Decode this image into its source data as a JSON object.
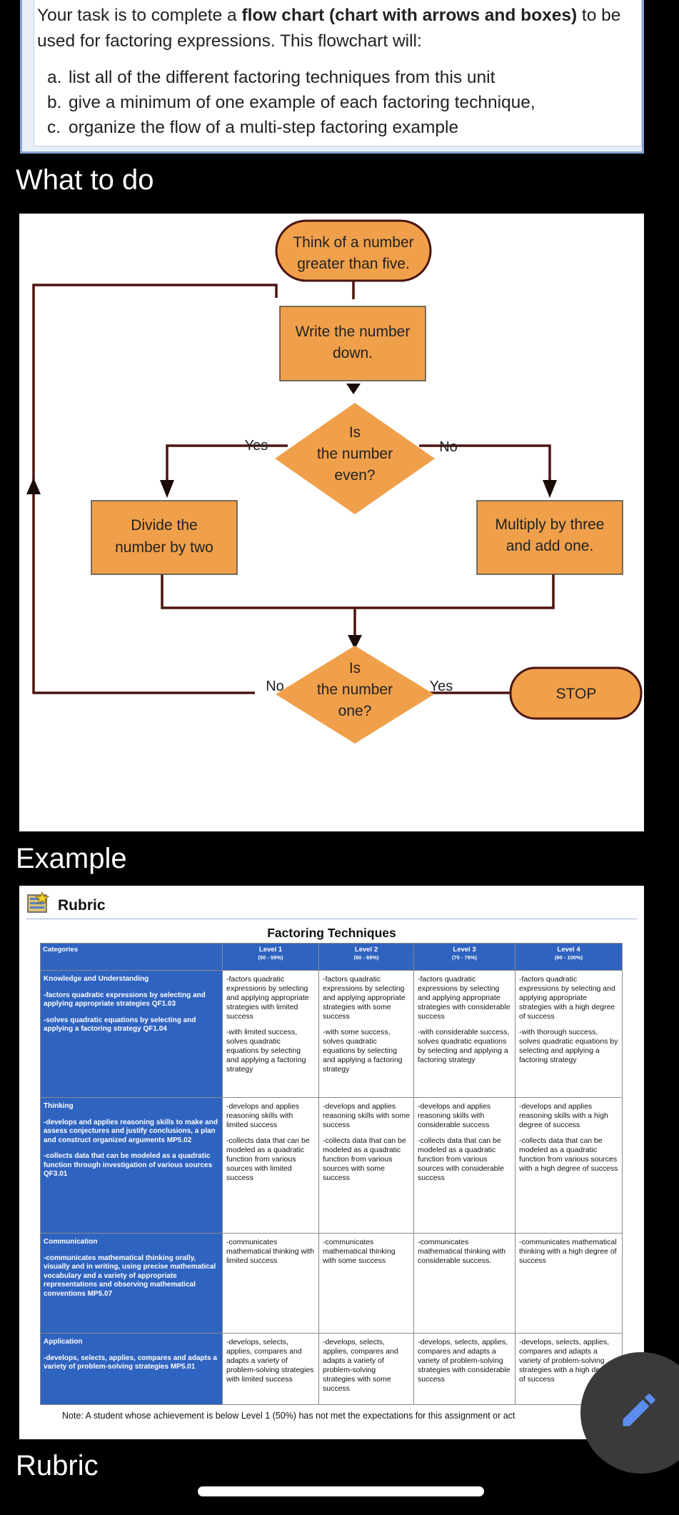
{
  "task": {
    "intro_pre": "Your task is to complete a ",
    "intro_bold": "flow chart (chart with arrows and boxes)",
    "intro_post": " to be used for factoring expressions. This flowchart will:",
    "items": [
      {
        "letter": "a.",
        "text": "list all of the different factoring techniques from this unit"
      },
      {
        "letter": "b.",
        "text": "give a minimum of one example of each factoring technique,"
      },
      {
        "letter": "c.",
        "text": "organize the flow of a multi-step factoring example"
      }
    ]
  },
  "headings": {
    "what_to_do": "What to do",
    "example": "Example",
    "rubric": "Rubric"
  },
  "flowchart": {
    "start": [
      "Think of a number",
      "greater than five."
    ],
    "write": [
      "Write the number",
      "down."
    ],
    "even_question": [
      "Is",
      "the number",
      "even?"
    ],
    "yes_label": "Yes",
    "no_label": "No",
    "divide": [
      "Divide the",
      "number by two"
    ],
    "multiply": [
      "Multiply by three",
      "and add one."
    ],
    "one_question": [
      "Is",
      "the number",
      "one?"
    ],
    "no2_label": "No",
    "yes2_label": "Yes",
    "stop": "STOP",
    "colors": {
      "fill": "#f0a04b",
      "stroke": "#4a1510"
    }
  },
  "rubric": {
    "title": "Rubric",
    "table_title": "Factoring Techniques",
    "headers": {
      "categories": "Categories",
      "levels": [
        {
          "label": "Level 1",
          "range": "(50 - 59%)"
        },
        {
          "label": "Level 2",
          "range": "(60 - 69%)"
        },
        {
          "label": "Level 3",
          "range": "(70 - 79%)"
        },
        {
          "label": "Level 4",
          "range": "(80 - 100%)"
        }
      ]
    },
    "rows": [
      {
        "category": [
          "Knowledge and Understanding",
          "-factors quadratic expressions by selecting and applying appropriate strategies QF1.03",
          "-solves quadratic equations by selecting and applying a factoring strategy QF1.04"
        ],
        "levels": [
          [
            "-factors quadratic expressions by selecting and applying appropriate strategies with limited success",
            "-with limited success, solves quadratic equations by selecting and applying a factoring strategy"
          ],
          [
            "-factors quadratic expressions by selecting and applying appropriate strategies with some success",
            "-with some success, solves quadratic equations by selecting and applying a factoring strategy"
          ],
          [
            "-factors quadratic expressions by selecting and applying appropriate strategies with considerable success",
            "-with considerable success, solves quadratic equations by selecting and applying a factoring strategy"
          ],
          [
            "-factors quadratic expressions by selecting and applying appropriate strategies with a high degree of success",
            "-with thorough success, solves quadratic equations by selecting and applying a factoring strategy"
          ]
        ]
      },
      {
        "category": [
          "Thinking",
          "-develops and applies reasoning skills to make and assess conjectures and justify conclusions, a plan and construct organized arguments MP5.02",
          "-collects data that can be modeled as a quadratic function through investigation of various sources QF3.01"
        ],
        "levels": [
          [
            "-develops and applies reasoning skills with limited success",
            "-collects data that can be modeled as a quadratic function from various sources with limited success"
          ],
          [
            "-develops and applies reasoning skills with some success",
            "-collects data that can be modeled as a quadratic function from various sources with some success"
          ],
          [
            "-develops and applies reasoning skills with considerable success",
            "-collects data that can be modeled as a quadratic function from various sources with considerable success"
          ],
          [
            "-develops and applies reasoning skills with a high degree of success",
            "-collects data that can be modeled as a quadratic function from various sources with a high degree of success"
          ]
        ]
      },
      {
        "category": [
          "Communication",
          "-communicates mathematical thinking orally, visually and in writing, using precise mathematical vocabulary and a variety of appropriate representations and observing mathematical conventions MP5.07"
        ],
        "levels": [
          [
            "-communicates mathematical thinking with limited success"
          ],
          [
            "-communicates mathematical thinking with some success"
          ],
          [
            "-communicates mathematical thinking with considerable success."
          ],
          [
            "-communicates mathematical thinking with a high degree of success"
          ]
        ]
      },
      {
        "category": [
          "Application",
          "-develops, selects, applies, compares and adapts a variety of problem-solving strategies MP5.01"
        ],
        "levels": [
          [
            "-develops, selects, applies, compares and adapts a variety of problem-solving strategies with limited success"
          ],
          [
            "-develops, selects, applies, compares and adapts a variety of problem-solving strategies with some success"
          ],
          [
            "-develops, selects, applies, compares and adapts a variety of problem-solving strategies with considerable success"
          ],
          [
            "-develops, selects, applies, compares and adapts a variety of problem-solving strategies with a high degree of success"
          ]
        ]
      }
    ],
    "note": "Note: A student whose achievement is below Level 1 (50%) has not met the expectations for this assignment or act"
  },
  "fab": {
    "icon": "pencil-icon",
    "color": "#5b8def"
  }
}
